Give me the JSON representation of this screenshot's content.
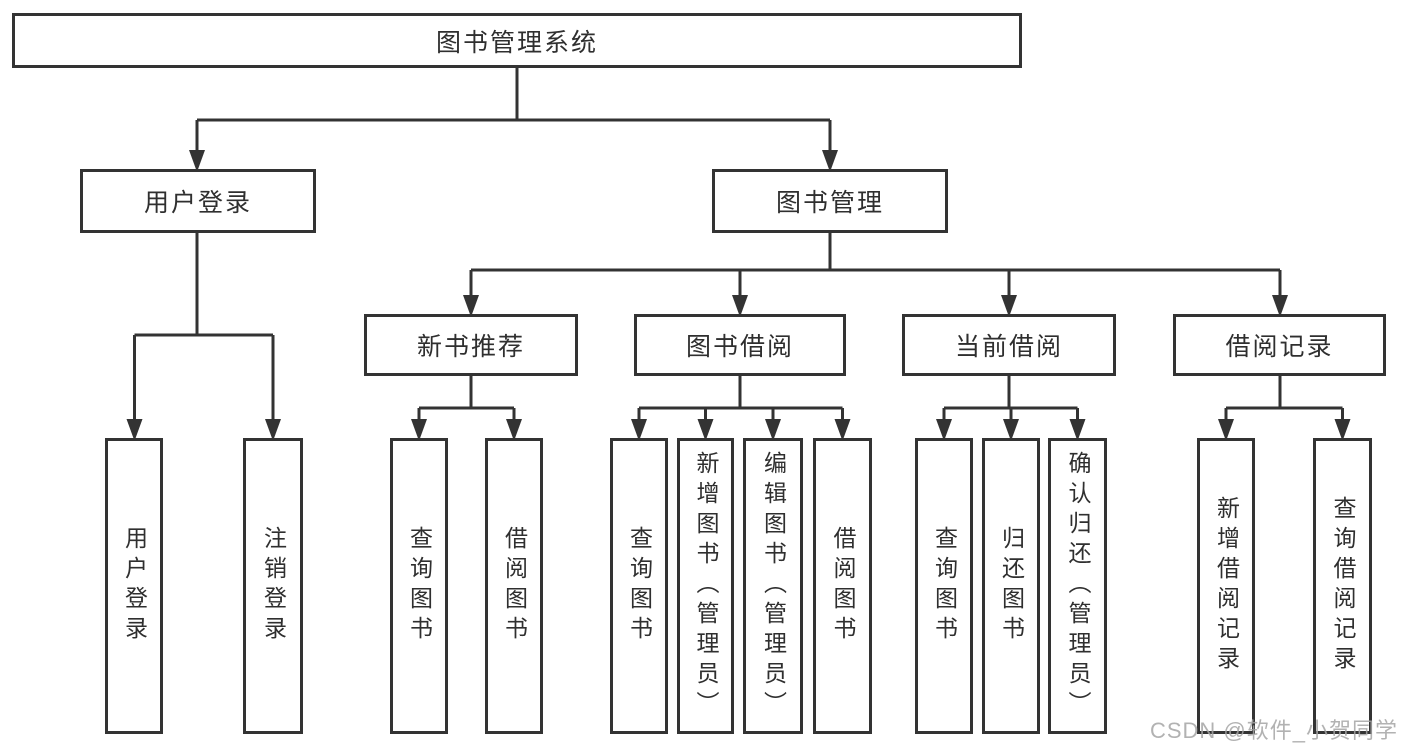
{
  "diagram_title": "图书管理系统",
  "tree": {
    "label": "图书管理系统",
    "children": [
      {
        "label": "用户登录",
        "children": [
          {
            "label": "用户登录"
          },
          {
            "label": "注销登录"
          }
        ]
      },
      {
        "label": "图书管理",
        "children": [
          {
            "label": "新书推荐",
            "children": [
              {
                "label": "查询图书"
              },
              {
                "label": "借阅图书"
              }
            ]
          },
          {
            "label": "图书借阅",
            "children": [
              {
                "label": "查询图书"
              },
              {
                "label": "新增图书（管理员）"
              },
              {
                "label": "编辑图书（管理员）"
              },
              {
                "label": "借阅图书"
              }
            ]
          },
          {
            "label": "当前借阅",
            "children": [
              {
                "label": "查询图书"
              },
              {
                "label": "归还图书"
              },
              {
                "label": "确认归还（管理员）"
              }
            ]
          },
          {
            "label": "借阅记录",
            "children": [
              {
                "label": "新增借阅记录"
              },
              {
                "label": "查询借阅记录"
              }
            ]
          }
        ]
      }
    ]
  },
  "watermark": {
    "text": "CSDN @软件_小贺同学"
  },
  "colors": {
    "line": "#333333",
    "text": "#2f2f2f",
    "background": "#ffffff",
    "watermark": "#a5a5a5"
  }
}
